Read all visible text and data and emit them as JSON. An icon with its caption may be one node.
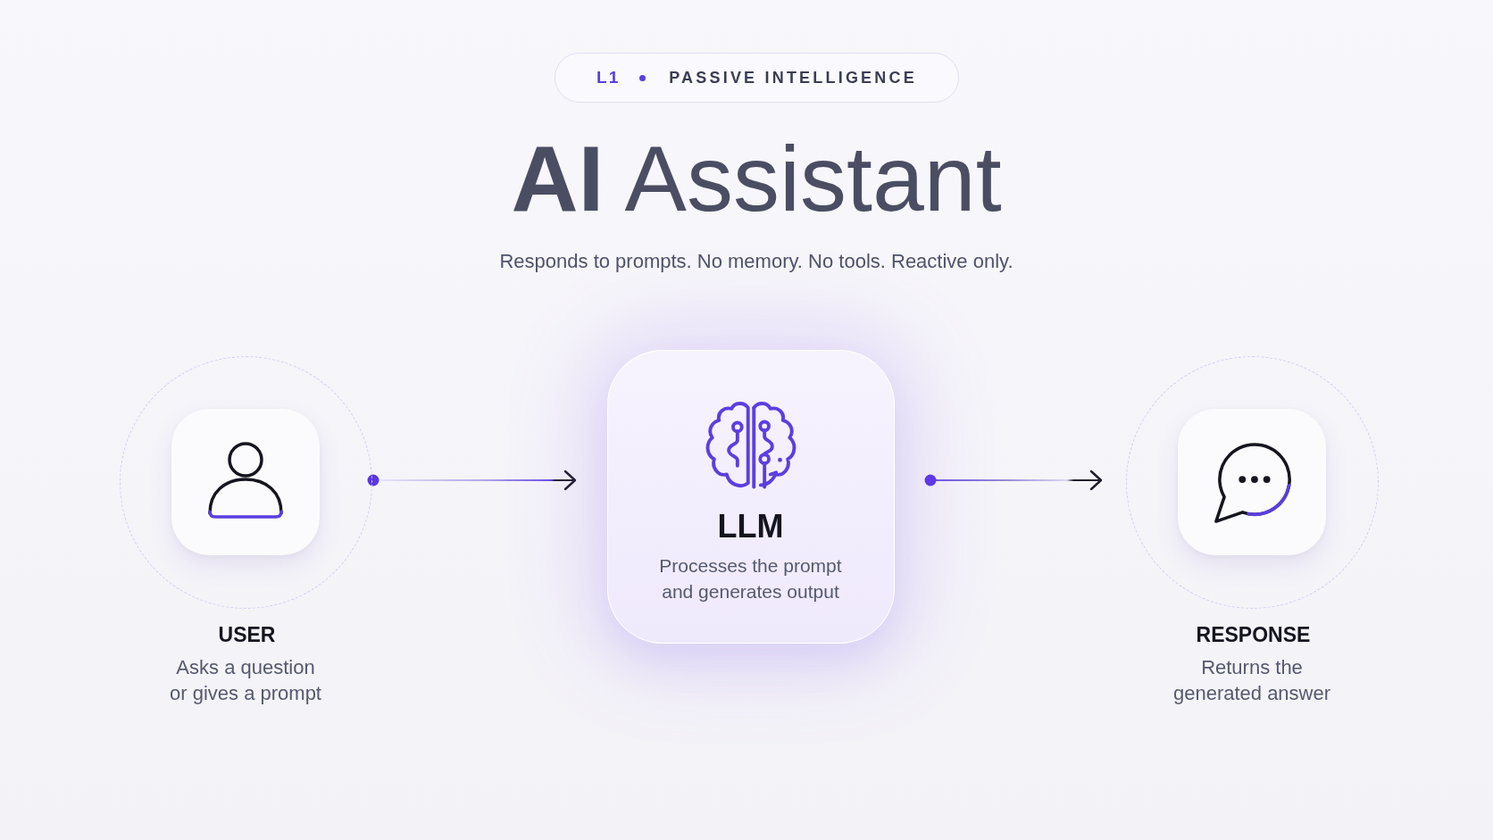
{
  "diagram": {
    "title": "**AI** Assistant",
    "nodes": [
      {
        "text": [
          "L1",
          "PASSIVE INTELLIGENCE"
        ]
      },
      {
        "text": [
          "USER",
          "Asks a question or gives a prompt"
        ]
      },
      {
        "text": [
          "LLM",
          "Processes the prompt and generates output"
        ]
      },
      {
        "text": [
          "RESPONSE",
          "Returns the generated answer"
        ]
      }
    ],
    "edges": [
      {
        "from": 1,
        "to": 2,
        "arrow": "to"
      },
      {
        "from": 2,
        "to": 3,
        "arrow": "to"
      }
    ],
    "labels": [
      "Responds to prompts. No memory. No tools. Reactive only."
    ]
  }
}
